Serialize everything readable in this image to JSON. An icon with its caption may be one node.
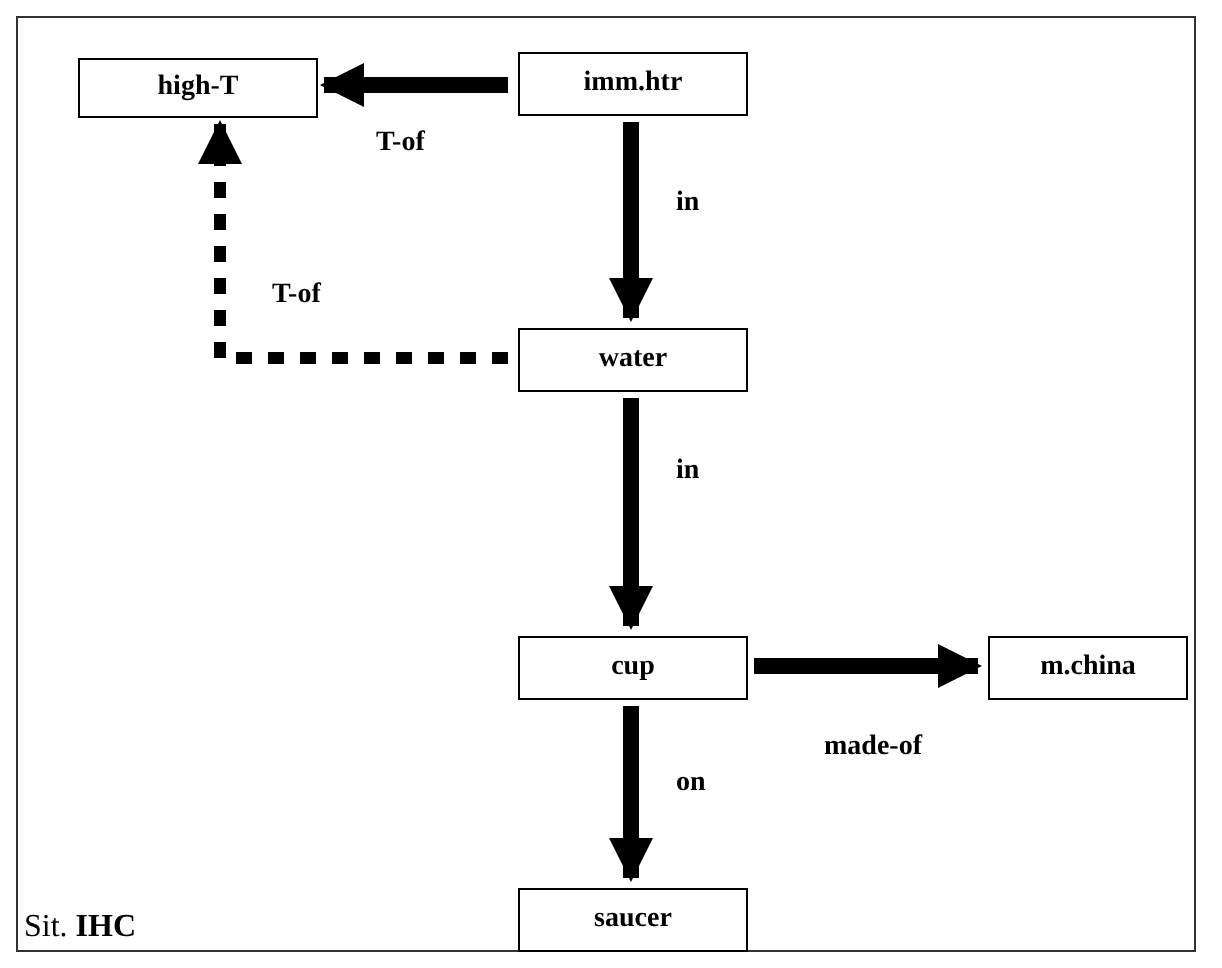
{
  "diagram": {
    "nodes": [
      {
        "text": [
          "Sit. **IHC**"
        ]
      },
      {
        "text": [
          "high-T"
        ],
        "in": 0
      },
      {
        "text": [
          "imm.htr"
        ],
        "in": 0
      },
      {
        "text": [
          "water"
        ],
        "in": 0
      },
      {
        "text": [
          "cup"
        ],
        "in": 0
      },
      {
        "text": [
          "m.china"
        ],
        "in": 0
      },
      {
        "text": [
          "saucer"
        ],
        "in": 0
      }
    ],
    "edges": [
      {
        "from": 2,
        "to": 1,
        "arrow": "to",
        "label": "T-of"
      },
      {
        "from": 2,
        "to": 3,
        "arrow": "to",
        "label": "in"
      },
      {
        "from": 3,
        "to": 1,
        "arrow": "to",
        "label": "T-of",
        "style": "dashed"
      },
      {
        "from": 3,
        "to": 4,
        "arrow": "to",
        "label": "in"
      },
      {
        "from": 4,
        "to": 5,
        "arrow": "to",
        "label": "made-of"
      },
      {
        "from": 4,
        "to": 6,
        "arrow": "to",
        "label": "on"
      }
    ]
  }
}
